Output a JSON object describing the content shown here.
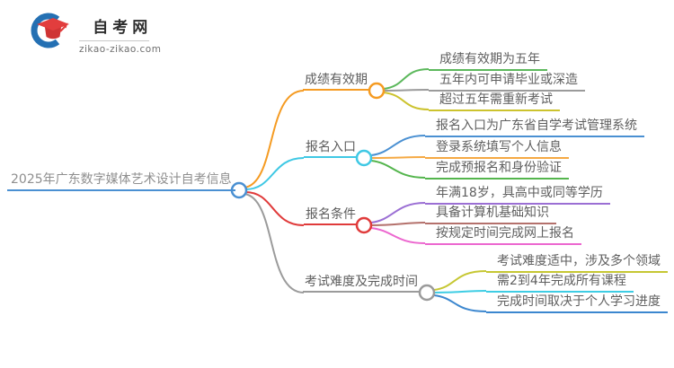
{
  "logo": {
    "title": "自考网",
    "subtitle": "zikao-zikao.com",
    "icon": "graduation-cap-icon",
    "blue": "#2470b3",
    "red": "#e23d3d",
    "red_dark": "#cf3434"
  },
  "center": {
    "label": "2025年广东数字媒体艺术设计自考信息",
    "color": "#4a90d2"
  },
  "branches": [
    {
      "label": "成绩有效期",
      "color": "#f59b22",
      "children": [
        {
          "label": "成绩有效期为五年",
          "color": "#5cb85c"
        },
        {
          "label": "五年内可申请毕业或深造",
          "color": "#9b9b9b"
        },
        {
          "label": "超过五年需重新考试",
          "color": "#ccc32e"
        }
      ]
    },
    {
      "label": "报名入口",
      "color": "#3fc8e4",
      "children": [
        {
          "label": "报名入口为广东省自学考试管理系统",
          "color": "#4a90d2"
        },
        {
          "label": "登录系统填写个人信息",
          "color": "#f5a943"
        },
        {
          "label": "完成预报名和身份验证",
          "color": "#54b54d"
        }
      ]
    },
    {
      "label": "报名条件",
      "color": "#e03b3b",
      "children": [
        {
          "label": "年满18岁，具高中或同等学历",
          "color": "#9b6fd4"
        },
        {
          "label": "具备计算机基础知识",
          "color": "#b4716c"
        },
        {
          "label": "按规定时间完成网上报名",
          "color": "#ec67cf"
        }
      ]
    },
    {
      "label": "考试难度及完成时间",
      "color": "#9b9b9b",
      "children": [
        {
          "label": "考试难度适中，涉及多个领域",
          "color": "#c6c733"
        },
        {
          "label": "需2到4年完成所有课程",
          "color": "#3ecde4"
        },
        {
          "label": "完成时间取决于个人学习进度",
          "color": "#3c87cf"
        }
      ]
    }
  ]
}
